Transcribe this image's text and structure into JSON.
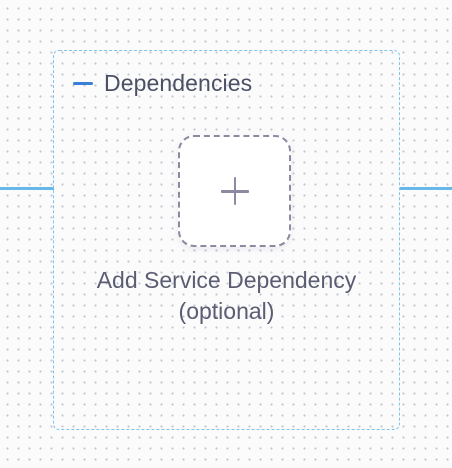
{
  "group": {
    "title": "Dependencies"
  },
  "add_dependency": {
    "label_line1": "Add Service Dependency",
    "label_line2": "(optional)",
    "icon": "plus-icon"
  },
  "colors": {
    "connector": "#66b8e8",
    "group_border": "#7fc4ec",
    "collapse_icon": "#3a80d9",
    "tile_border": "#8b8aa0",
    "title_text": "#4b5064"
  }
}
